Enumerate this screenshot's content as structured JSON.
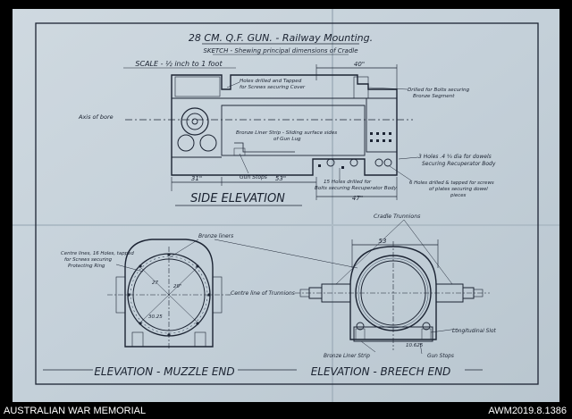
{
  "title": "28 CM. Q.F. GUN. - Railway Mounting.",
  "subtitle": "SKETCH - Shewing principal dimensions of Cradle",
  "scale": "SCALE - ½ inch to 1 foot",
  "side_elevation": {
    "heading": "SIDE ELEVATION",
    "notes": {
      "holes_cover_1": "Holes drilled and Tapped",
      "holes_cover_2": "for Screws securing Cover",
      "bolts_bronze_1": "Drilled for Bolts securing",
      "bolts_bronze_2": "Bronze Segment",
      "axis_of_bore": "Axis of bore",
      "liner_strip_1": "Bronze Liner Strip - Sliding surface sides",
      "liner_strip_2": "of Gun Lug",
      "gun_stops": "Gun Stops",
      "dowels_1": "3 Holes .4 ¾ dia for dowels",
      "dowels_2": "Securing Recuperator Body",
      "holes_recup_1": "15 Holes drilled for",
      "holes_recup_2": "Bolts securing Recuperator Body",
      "holes_plates_1": "6 Holes drilled & tapped for screws",
      "holes_plates_2": "of plates securing dowel",
      "holes_plates_3": "pieces"
    },
    "dims": {
      "top": "40\"",
      "left": "31\"",
      "mid": "53\"",
      "right": "47\""
    }
  },
  "muzzle_end": {
    "heading": "ELEVATION - MUZZLE END",
    "notes": {
      "centre_holes_1": "Centre lines, 16 Holes, tapped",
      "centre_holes_2": "for Screws securing",
      "centre_holes_3": "Protecting Ring",
      "bronze_liners": "Bronze liners",
      "trunnion_line": "Centre line of Trunnions"
    },
    "dims": {
      "a": "27",
      "b": "29\"",
      "c": "30.25"
    }
  },
  "breech_end": {
    "heading": "ELEVATION - BREECH END",
    "notes": {
      "cradle_trunnions": "Cradle Trunnions",
      "longitudinal_slot": "Longitudinal Slot",
      "bronze_liner_strip": "Bronze Liner Strip",
      "gun_stops": "Gun Stops"
    },
    "dims": {
      "top": "53",
      "slot": "10.625"
    }
  },
  "footer": {
    "left": "AUSTRALIAN WAR MEMORIAL",
    "right": "AWM2019.8.1386"
  },
  "colors": {
    "paper": "#c9d5dd",
    "ink": "#1c2433",
    "border": "#000000"
  }
}
